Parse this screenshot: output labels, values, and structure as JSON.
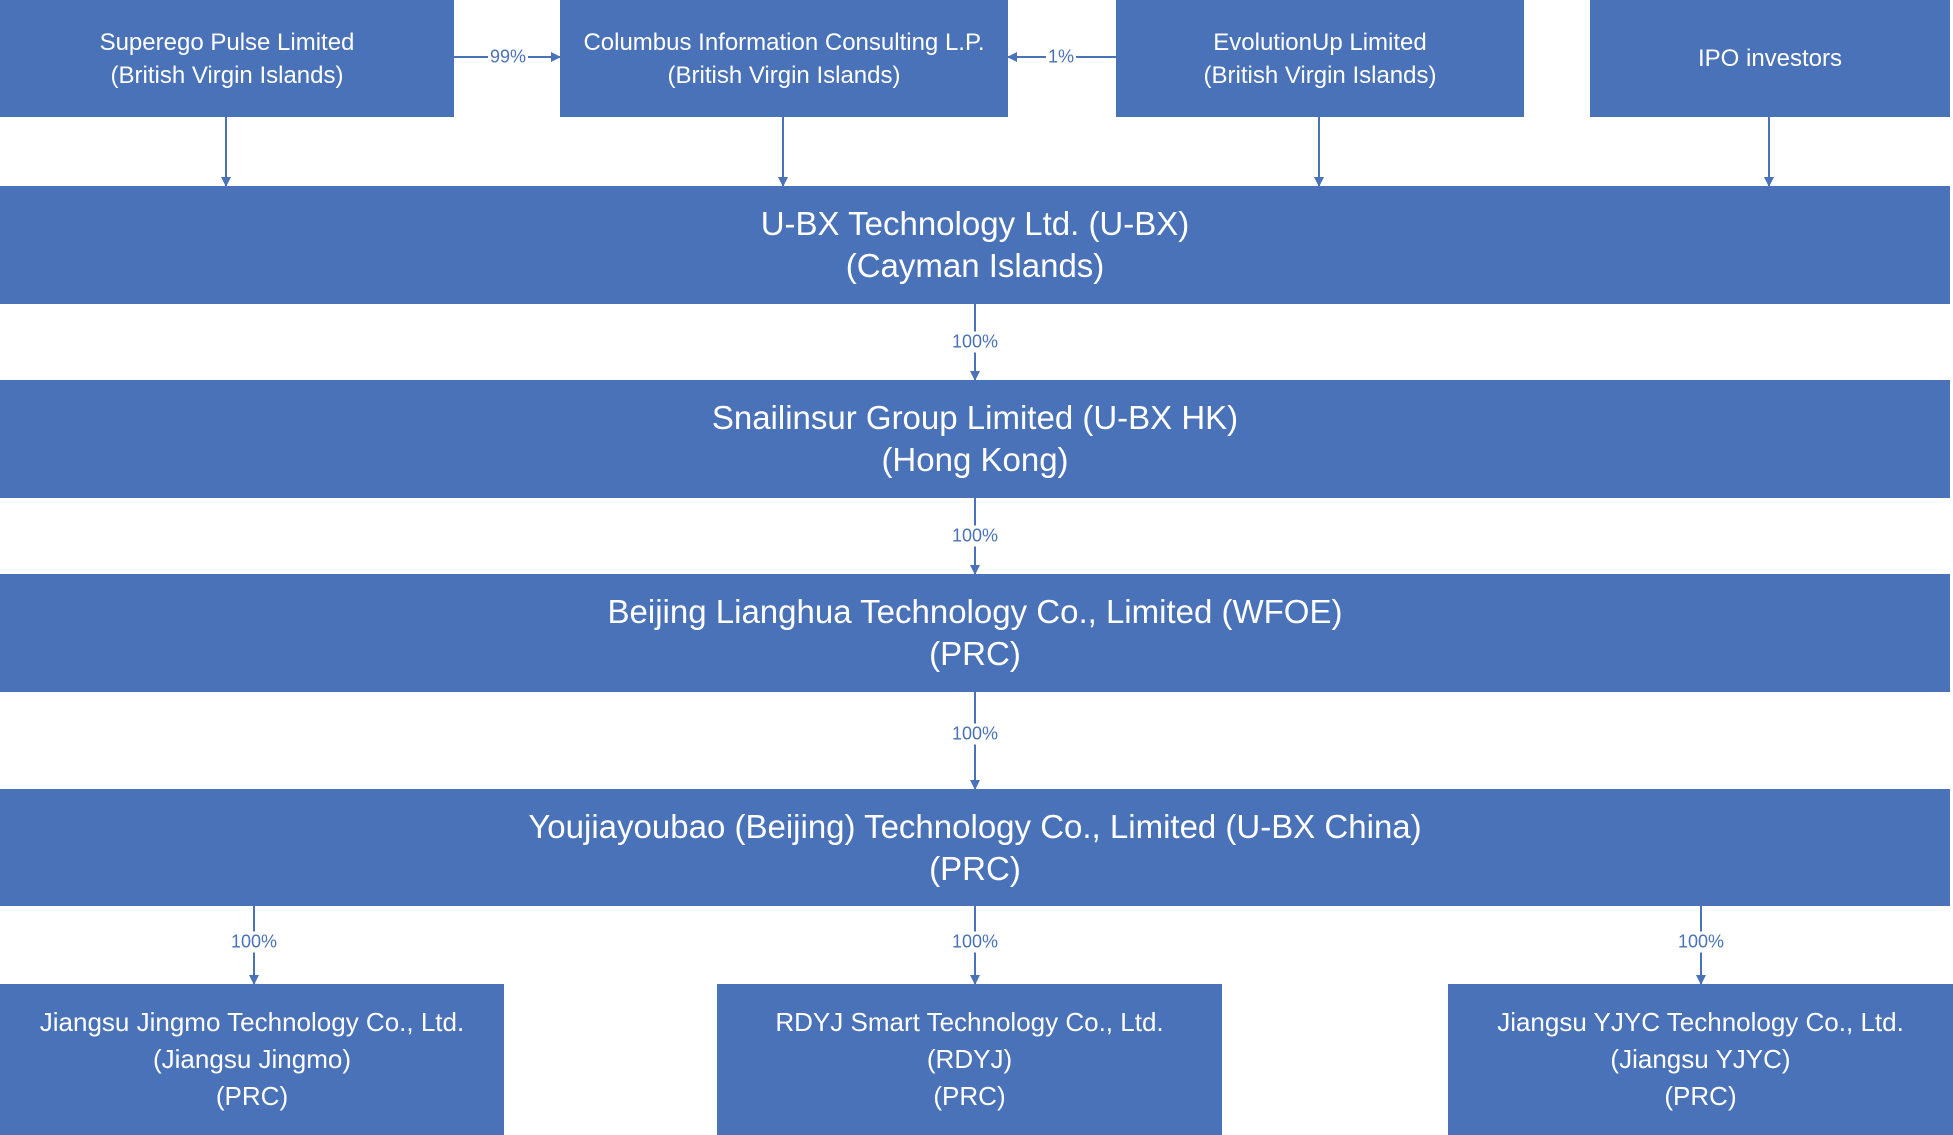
{
  "colors": {
    "box_fill": "#4a72b8",
    "text": "#ffffff",
    "connector": "#4a72b8"
  },
  "shareholders": [
    {
      "name": "Superego Pulse Limited",
      "jurisdiction": "(British Virgin Islands)"
    },
    {
      "name": "Columbus Information Consulting L.P.",
      "jurisdiction": "(British Virgin Islands)"
    },
    {
      "name": "EvolutionUp Limited",
      "jurisdiction": "(British Virgin Islands)"
    },
    {
      "name": "IPO investors"
    }
  ],
  "cross_links": [
    {
      "label": "99%"
    },
    {
      "label": "1%"
    }
  ],
  "chain": [
    {
      "name": "U-BX Technology Ltd. (U-BX)",
      "jurisdiction": "(Cayman Islands)"
    },
    {
      "name": "Snailinsur Group Limited (U-BX HK)",
      "jurisdiction": "(Hong Kong)"
    },
    {
      "name": "Beijing Lianghua Technology Co., Limited (WFOE)",
      "jurisdiction": "(PRC)"
    },
    {
      "name": "Youjiayoubao (Beijing) Technology Co., Limited (U-BX China)",
      "jurisdiction": "(PRC)"
    }
  ],
  "chain_links": [
    {
      "label": "100%"
    },
    {
      "label": "100%"
    },
    {
      "label": "100%"
    }
  ],
  "subsidiaries": [
    {
      "name": "Jiangsu Jingmo Technology Co., Ltd.",
      "short": "(Jiangsu Jingmo)",
      "jurisdiction": "(PRC)"
    },
    {
      "name": "RDYJ Smart Technology Co., Ltd.",
      "short": "(RDYJ)",
      "jurisdiction": "(PRC)"
    },
    {
      "name": "Jiangsu YJYC Technology Co., Ltd.",
      "short": "(Jiangsu YJYC)",
      "jurisdiction": "(PRC)"
    }
  ],
  "subsidiary_links": [
    {
      "label": "100%"
    },
    {
      "label": "100%"
    },
    {
      "label": "100%"
    }
  ]
}
